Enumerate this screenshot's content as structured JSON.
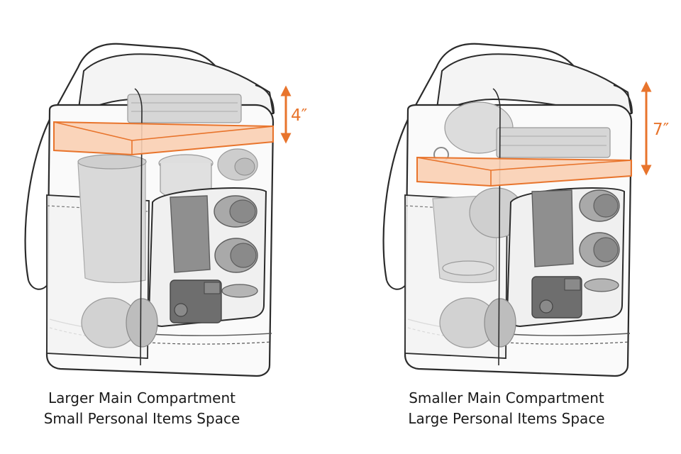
{
  "panels": [
    {
      "dimension": "4″",
      "caption_line1": "Larger Main Compartment",
      "caption_line2": "Small Personal Items Space",
      "divider_level_fraction": 0.2
    },
    {
      "dimension": "7″",
      "caption_line1": "Smaller Main Compartment",
      "caption_line2": "Large Personal Items Space",
      "divider_level_fraction": 0.35
    }
  ],
  "colors": {
    "accent": "#e8742c",
    "divider_fill": "#f9cfb3",
    "outline": "#2b2b2b",
    "gear_light": "#d6d6d6",
    "gear_mid": "#a9a9a9",
    "gear_dark": "#6e6e6e"
  }
}
